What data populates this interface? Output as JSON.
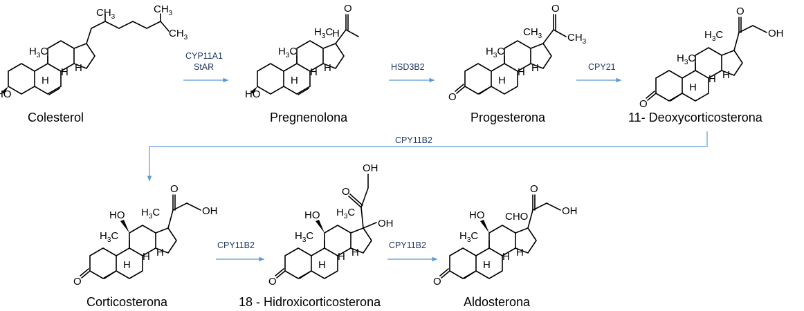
{
  "compounds": {
    "colesterol": "Colesterol",
    "pregnenolona": "Pregnenolona",
    "progesterona": "Progesterona",
    "deoxycorticosterona": "11- Deoxycorticosterona",
    "corticosterona": "Corticosterona",
    "hidroxicorticosterona": "18 - Hidroxicorticosterona",
    "aldosterona": "Aldosterona"
  },
  "enzymes": {
    "step1_line1": "CYP11A1",
    "step1_line2": "StAR",
    "step2": "HSD3B2",
    "step3": "CPY21",
    "step4": "CPY11B2",
    "step5": "CPY11B2",
    "step6": "CPY11B2"
  },
  "atoms": {
    "H": "H",
    "CH": "CH",
    "C": "C",
    "O": "O",
    "HO": "HO",
    "OH": "OH",
    "sub3": "3"
  },
  "colors": {
    "arrow": "#5b9bd5",
    "enzyme_text": "#1f3864",
    "structure": "#000000"
  }
}
